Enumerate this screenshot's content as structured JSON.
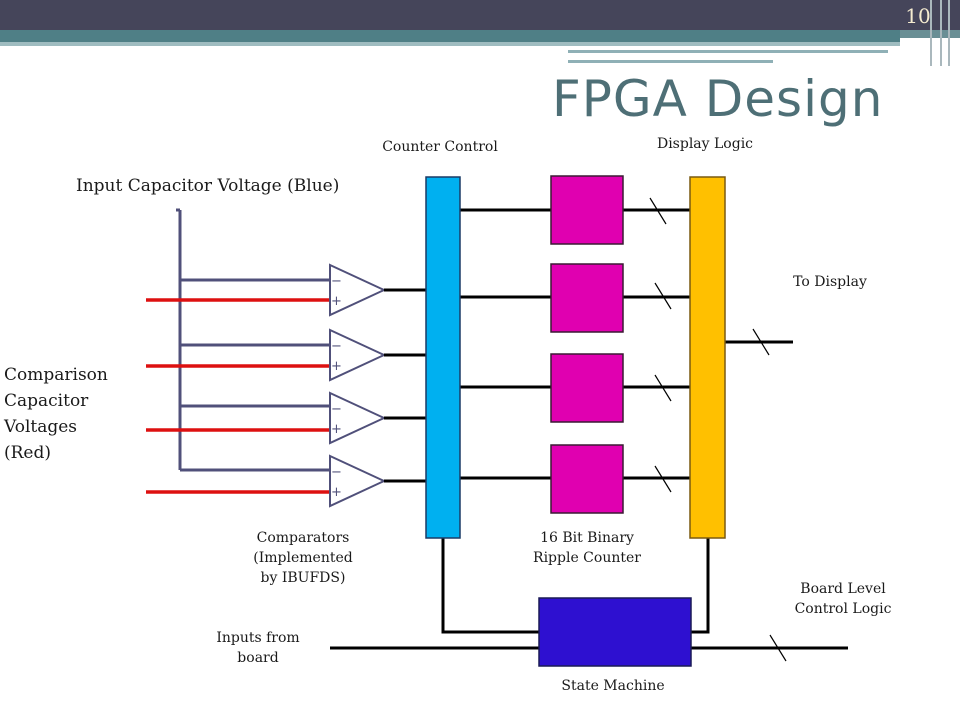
{
  "slide": {
    "number": "10",
    "title": "FPGA Design"
  },
  "labels": {
    "input_cap": "Input Capacitor Voltage (Blue)",
    "comparison": [
      "Comparison",
      "Capacitor",
      "Voltages",
      "(Red)"
    ],
    "counter_control": "Counter Control",
    "display_logic": "Display Logic",
    "to_display": "To Display",
    "comparators": [
      "Comparators",
      "(Implemented",
      "by IBUFDS)"
    ],
    "ripple_counter": [
      "16 Bit Binary",
      "Ripple Counter"
    ],
    "board_level": [
      "Board Level",
      "Control Logic"
    ],
    "inputs_from": [
      "Inputs from",
      "board"
    ],
    "state_machine": "State Machine"
  },
  "comparator_signs": {
    "minus": "−",
    "plus": "+"
  },
  "colors": {
    "counter_control": "#00b0f0",
    "counter_blocks": "#e000b0",
    "display_logic": "#ffc000",
    "state_machine": "#2e10d0",
    "input_wire": "#50507a",
    "comparison_wire": "#dd1010"
  }
}
